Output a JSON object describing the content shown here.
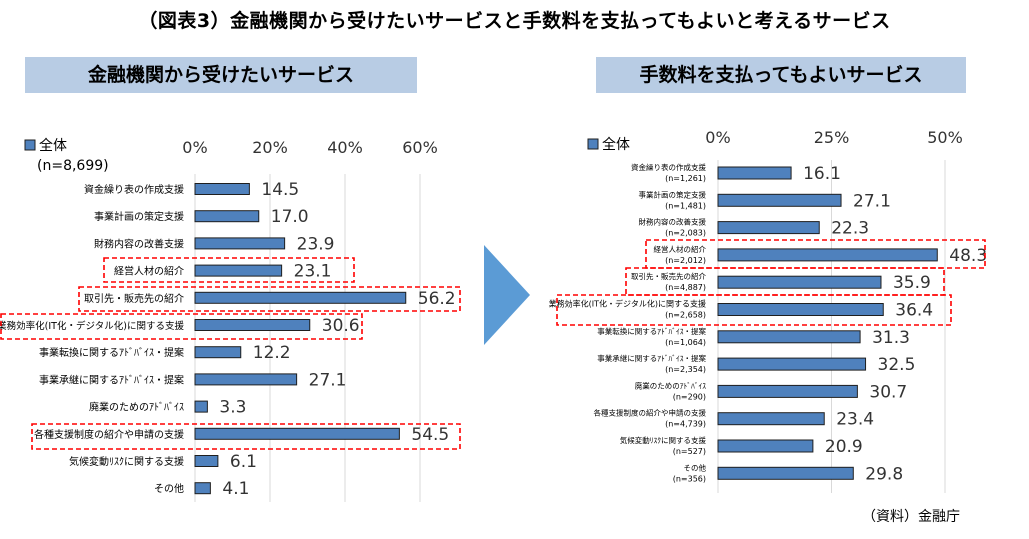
{
  "title": "（図表3）金融機関から受けたいサービスと手数料を支払ってもよいと考えるサービス",
  "source": "（資料）金融庁",
  "colors": {
    "bar": "#4f81bd",
    "bar_edge": "#1f1f1f",
    "highlight": "#ff0000",
    "header_bg": "#b8cce4",
    "arrow": "#5b9bd5"
  },
  "chart_data": [
    {
      "type": "bar",
      "orientation": "horizontal",
      "title": "金融機関から受けたいサービス",
      "legend": "全体",
      "legend_note": "(n=8,699)",
      "ticks": [
        "0%",
        "20%",
        "40%",
        "60%"
      ],
      "xlim": [
        0,
        60
      ],
      "grid": true,
      "categories": [
        "資金繰り表の作成支援",
        "事業計画の策定支援",
        "財務内容の改善支援",
        "経営人材の紹介",
        "取引先・販売先の紹介",
        "業務効率化(IT化・デジタル化)に関する支援",
        "事業転換に関するｱﾄﾞﾊﾞｲｽ・提案",
        "事業承継に関するｱﾄﾞﾊﾞｲｽ・提案",
        "廃業のためのｱﾄﾞﾊﾞｲｽ",
        "各種支援制度の紹介や申請の支援",
        "気候変動ﾘｽｸに関する支援",
        "その他"
      ],
      "values": [
        14.5,
        17.0,
        23.9,
        23.1,
        56.2,
        30.6,
        12.2,
        27.1,
        3.3,
        54.5,
        6.1,
        4.1
      ],
      "value_labels": [
        "14.5",
        "17.0",
        "23.9",
        "23.1",
        "56.2",
        "30.6",
        "12.2",
        "27.1",
        "3.3",
        "54.5",
        "6.1",
        "4.1"
      ],
      "highlighted": [
        3,
        4,
        5,
        9
      ]
    },
    {
      "type": "bar",
      "orientation": "horizontal",
      "title": "手数料を支払ってもよいサービス",
      "legend": "全体",
      "ticks": [
        "0%",
        "25%",
        "50%"
      ],
      "xlim": [
        0,
        50
      ],
      "grid": true,
      "categories": [
        "資金繰り表の作成支援",
        "事業計画の策定支援",
        "財務内容の改善支援",
        "経営人材の紹介",
        "取引先・販売先の紹介",
        "業務効率化(IT化・デジタル化)に関する支援",
        "事業転換に関するｱﾄﾞﾊﾞｲｽ・提案",
        "事業承継に関するｱﾄﾞﾊﾞｲｽ・提案",
        "廃業のためのｱﾄﾞﾊﾞｲｽ",
        "各種支援制度の紹介や申請の支援",
        "気候変動ﾘｽｸに関する支援",
        "その他"
      ],
      "n_labels": [
        "(n=1,261)",
        "(n=1,481)",
        "(n=2,083)",
        "(n=2,012)",
        "(n=4,887)",
        "(n=2,658)",
        "(n=1,064)",
        "(n=2,354)",
        "(n=290)",
        "(n=4,739)",
        "(n=527)",
        "(n=356)"
      ],
      "values": [
        16.1,
        27.1,
        22.3,
        48.3,
        35.9,
        36.4,
        31.3,
        32.5,
        30.7,
        23.4,
        20.9,
        29.8
      ],
      "value_labels": [
        "16.1",
        "27.1",
        "22.3",
        "48.3",
        "35.9",
        "36.4",
        "31.3",
        "32.5",
        "30.7",
        "23.4",
        "20.9",
        "29.8"
      ],
      "highlighted": [
        3,
        4,
        5
      ]
    }
  ]
}
